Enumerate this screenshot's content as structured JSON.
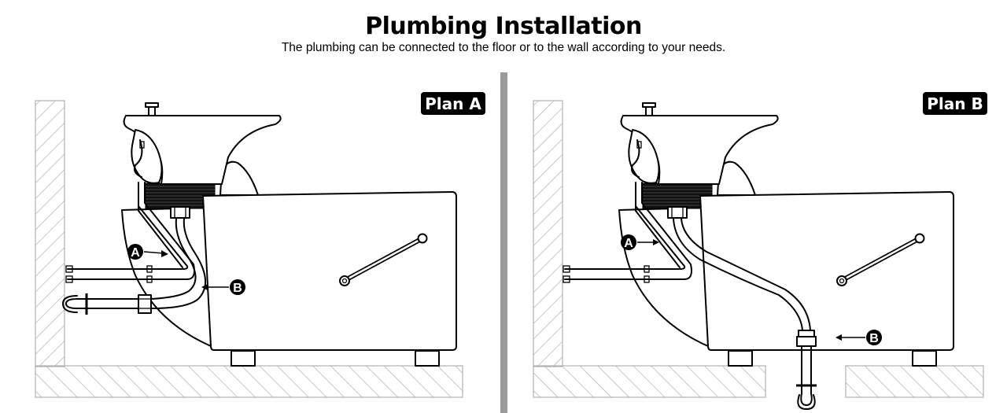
{
  "header": {
    "title": "Plumbing Installation",
    "subtitle": "The plumbing can be connected to the floor or to the wall according to your needs."
  },
  "plans": [
    {
      "label": "Plan A",
      "marker_a": "A",
      "marker_b": "B",
      "drain": "wall"
    },
    {
      "label": "Plan B",
      "marker_a": "A",
      "marker_b": "B",
      "drain": "floor"
    }
  ],
  "colors": {
    "line": "#000000",
    "hatch": "#b0b0b0",
    "divider": "#9a9a9a",
    "label_bg": "#000000"
  }
}
